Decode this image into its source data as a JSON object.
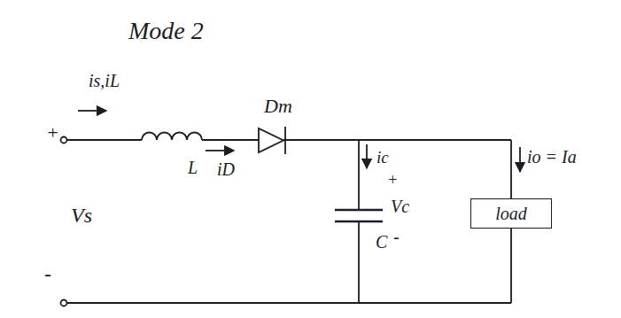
{
  "diagram": {
    "nodes": [
      {
        "text": [
          "load"
        ]
      }
    ],
    "edges": [],
    "labels": [
      "Mode 2",
      "is,iL",
      "L",
      "iD",
      "Dm",
      "ic",
      "+",
      "Vc",
      "C",
      "-",
      "io = Ia",
      "+",
      "Vs",
      "-"
    ]
  }
}
